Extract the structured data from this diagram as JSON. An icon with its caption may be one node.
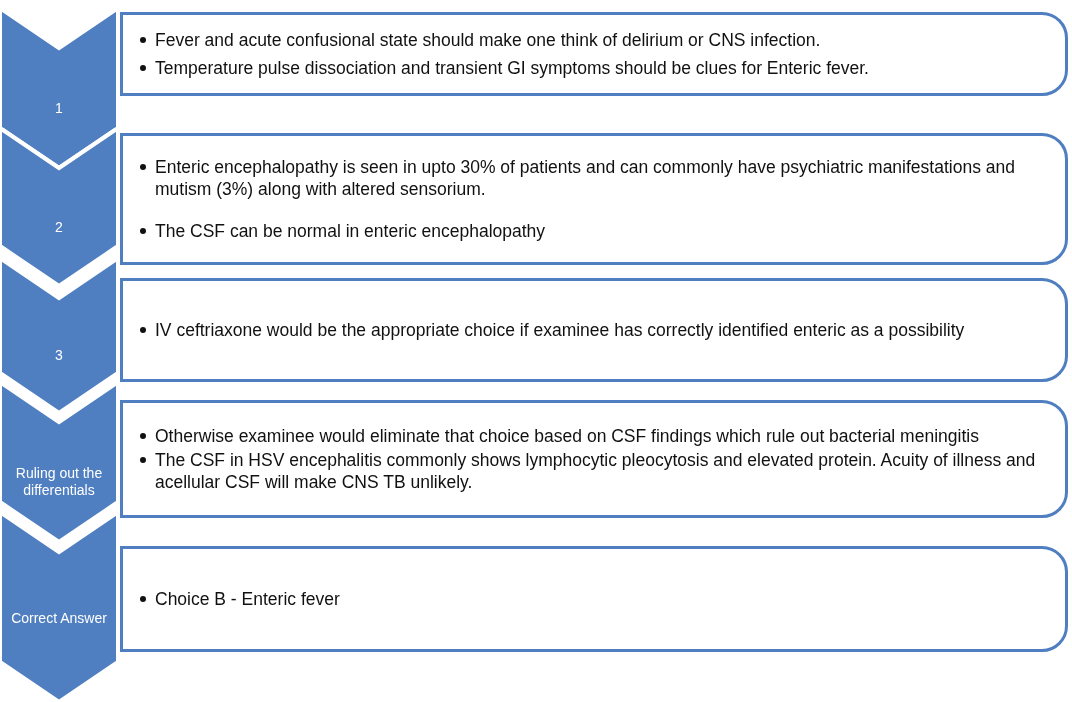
{
  "diagram": {
    "nodes": [
      {
        "text": [
          "1"
        ]
      },
      {
        "text": [
          "Fever and acute confusional state should make one think of delirium or CNS infection.",
          "Temperature pulse dissociation and transient GI symptoms should be clues for Enteric fever."
        ]
      },
      {
        "text": [
          "2"
        ]
      },
      {
        "text": [
          "Enteric encephalopathy is seen in upto 30% of patients and can commonly have psychiatric manifestations and mutism (3%) along with altered sensorium.",
          "The CSF can be normal in enteric encephalopathy"
        ]
      },
      {
        "text": [
          "3"
        ]
      },
      {
        "text": [
          "IV ceftriaxone would be the appropriate choice if examinee has correctly identified enteric as a possibility"
        ]
      },
      {
        "text": [
          "Ruling out the differentials"
        ]
      },
      {
        "text": [
          "Otherwise examinee would eliminate that choice based on CSF findings which rule out bacterial meningitis",
          "The CSF in HSV encephalitis commonly shows lymphocytic pleocytosis and elevated protein. Acuity of illness and acellular CSF will make CNS TB unlikely."
        ]
      },
      {
        "text": [
          "Correct Answer"
        ]
      },
      {
        "text": [
          "Choice B - Enteric fever"
        ]
      }
    ]
  }
}
